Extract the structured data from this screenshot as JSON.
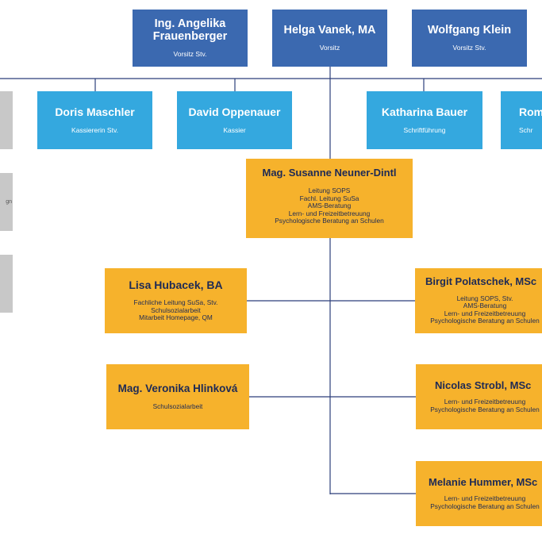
{
  "colors": {
    "board": "#3b69b0",
    "subboard": "#34a8df",
    "staff": "#f6b22c",
    "line": "#2c3f7a",
    "side": "#c8c8c8"
  },
  "board": [
    {
      "name": "Ing. Angelika\nFrauenberger",
      "role": "Vorsitz Stv."
    },
    {
      "name": "Helga Vanek, MA",
      "role": "Vorsitz"
    },
    {
      "name": "Wolfgang Klein",
      "role": "Vorsitz Stv."
    }
  ],
  "subboard": [
    {
      "name": "Doris Maschler",
      "role": "Kassiererin Stv."
    },
    {
      "name": "David Oppenauer",
      "role": "Kassier"
    },
    {
      "name": "Katharina Bauer",
      "role": "Schriftführung"
    },
    {
      "name": "Rom",
      "role": "Schr"
    }
  ],
  "lead": {
    "name": "Mag. Susanne Neuner-Dintl",
    "roles": [
      "Leitung SOPS",
      "Fachl. Leitung SuSa",
      "AMS-Beratung",
      "Lern- und Freizeitbetreuung",
      "Psychologische Beratung an Schulen"
    ]
  },
  "staff_left": [
    {
      "name": "Lisa Hubacek, BA",
      "roles": [
        "Fachliche Leitung SuSa, Stv.",
        "Schulsozialarbeit",
        "Mitarbeit Homepage, QM"
      ]
    },
    {
      "name": "Mag. Veronika Hlinková",
      "roles": [
        "Schulsozialarbeit"
      ]
    }
  ],
  "staff_right": [
    {
      "name": "Birgit Polatschek, MSc",
      "roles": [
        "Leitung SOPS, Stv.",
        "AMS-Beratung",
        "Lern- und Freizeitbetreuung",
        "Psychologische Beratung an Schulen"
      ]
    },
    {
      "name": "Nicolas Strobl, MSc",
      "roles": [
        "Lern- und Freizeitbetreuung",
        "Psychologische Beratung an Schulen"
      ]
    },
    {
      "name": "Melanie Hummer, MSc",
      "roles": [
        "Lern- und Freizeitbetreuung",
        "Psychologische Beratung an Schulen"
      ]
    }
  ],
  "side_panels": [
    "",
    "gn",
    ""
  ]
}
